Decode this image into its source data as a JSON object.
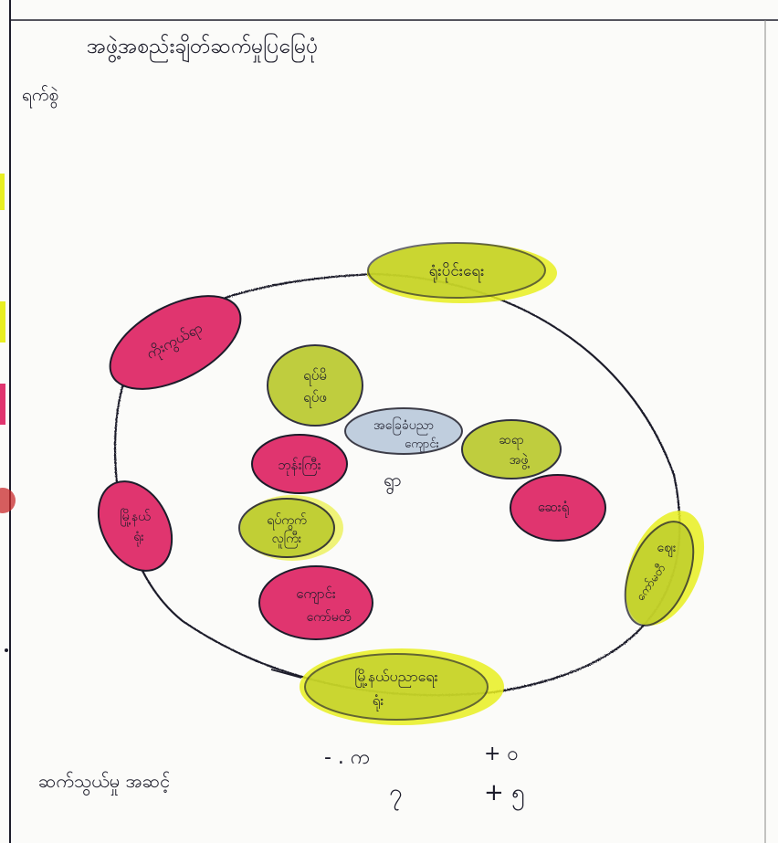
{
  "page": {
    "title": "အဖွဲ့အစည်းချိတ်ဆက်မှုပြမြေပုံ",
    "subtitle": "ရက်စွဲ"
  },
  "colors": {
    "pink": "#e0356f",
    "yellow_green": "#b9c92a",
    "bright_yellow": "#e8ee21",
    "blue_grey": "#b6c7da",
    "ink": "#1c1c2a",
    "paper": "#fbfbf9"
  },
  "center": {
    "label_line1": "အခြေခံပညာ",
    "label_line2": "ကျောင်း",
    "village": "ရွာ"
  },
  "inner_nodes": [
    {
      "id": "n1",
      "line1": "ရပ်မိ",
      "line2": "ရပ်ဖ",
      "color": "yellow_green"
    },
    {
      "id": "n2",
      "line1": "ဘုန်းကြီး",
      "line2": "",
      "color": "pink"
    },
    {
      "id": "n3",
      "line1": "ရပ်ကွက်",
      "line2": "လူကြီး",
      "color": "yellow_green"
    },
    {
      "id": "n4",
      "line1": "ကျောင်း",
      "line2": "ကော်မတီ",
      "color": "pink"
    },
    {
      "id": "n5",
      "line1": "ဆရာ",
      "line2": "အဖွဲ့",
      "color": "yellow_green"
    },
    {
      "id": "n6",
      "line1": "ဆေးရုံ",
      "line2": "",
      "color": "pink"
    }
  ],
  "outer_nodes": [
    {
      "id": "o1",
      "line1": "ကိုးကွယ်ရာ",
      "line2": "",
      "color": "pink"
    },
    {
      "id": "o2",
      "line1": "ရုံးပိုင်းရေး",
      "line2": "",
      "color": "yellow_green"
    },
    {
      "id": "o3",
      "line1": "မြို့နယ်",
      "line2": "ရုံး",
      "color": "pink"
    },
    {
      "id": "o4",
      "line1": "ဈေး",
      "line2": "ကော်မတီ",
      "color": "yellow_green"
    },
    {
      "id": "o5",
      "line1": "မြို့နယ်ပညာရေး",
      "line2": "ရုံး",
      "color": "yellow_green"
    }
  ],
  "footer": {
    "label": "ဆက်သွယ်မှု အဆင့်",
    "row1_left": "- . က",
    "row1_right": "+ ဝ",
    "row2_left": "၇",
    "row2_right": "+ ၅"
  }
}
